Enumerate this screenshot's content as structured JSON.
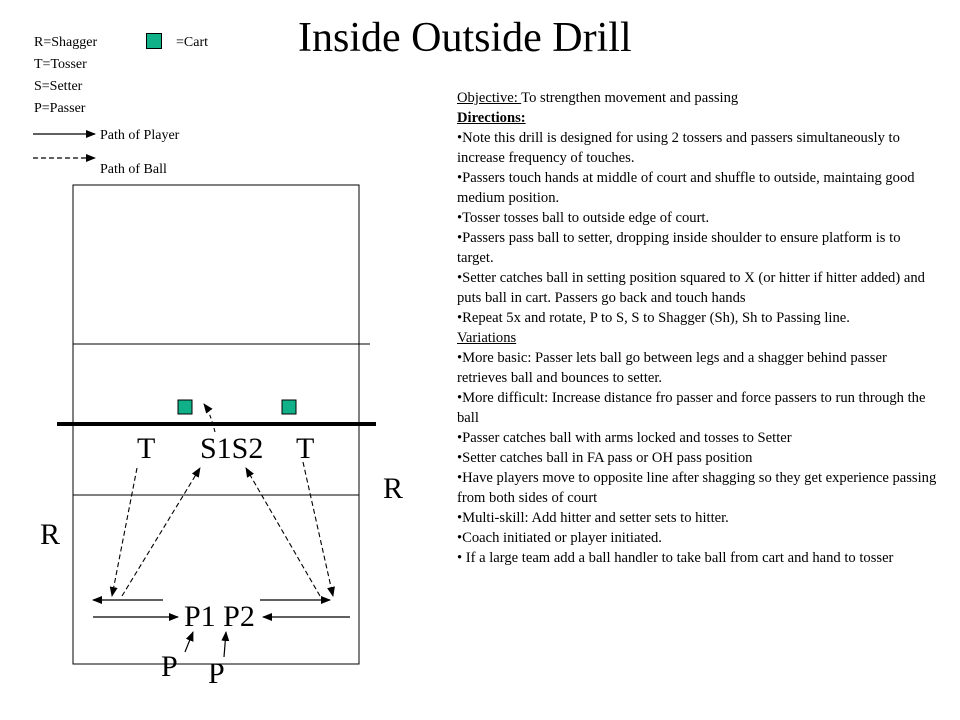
{
  "legend": {
    "roles": [
      "R=Shagger",
      "T=Tosser",
      "S=Setter",
      "P=Passer"
    ],
    "cart_label": "=Cart",
    "player_path_label": "Path of Player",
    "ball_path_label": "Path of Ball",
    "cart_color": "#10b089"
  },
  "title": "Inside Outside Drill",
  "court": {
    "tosser_left": "T",
    "setters": "S1S2",
    "tosser_right": "T",
    "shagger_right": "R",
    "shagger_left": "R",
    "passers": "P1 P2",
    "passer_left": "P",
    "passer_right": "P"
  },
  "text": {
    "objective_label": "Objective: ",
    "objective_text": "To strengthen movement and passing",
    "directions_label": "Directions:",
    "directions": [
      "•Note this drill is designed for using 2 tossers and passers simultaneously to increase frequency of touches.",
      "•Passers touch hands at middle of court and shuffle to outside, maintaing good medium position.",
      "•Tosser  tosses ball to outside edge of court.",
      "•Passers  pass ball  to setter, dropping inside shoulder to ensure platform is to target.",
      "•Setter catches ball in  setting  position squared to X (or hitter if hitter added) and puts ball in cart. Passers go back and touch hands",
      "•Repeat 5x  and rotate, P to S,  S to Shagger (Sh), Sh to Passing line."
    ],
    "variations_label": "Variations",
    "variations": [
      "•More basic: Passer lets ball go between legs and a shagger behind passer retrieves ball and bounces to setter.",
      "•More difficult:  Increase distance fro passer and force passers to run through the ball",
      "•Passer catches ball with arms locked and tosses to Setter",
      "•Setter catches ball in FA pass or OH pass position",
      "•Have players move to opposite line after shagging so they get experience passing from both sides of court",
      "•Multi-skill:  Add hitter and setter sets to hitter.",
      "•Coach initiated or player initiated.",
      "• If a large team add a ball handler to take ball from cart and hand to tosser"
    ]
  }
}
